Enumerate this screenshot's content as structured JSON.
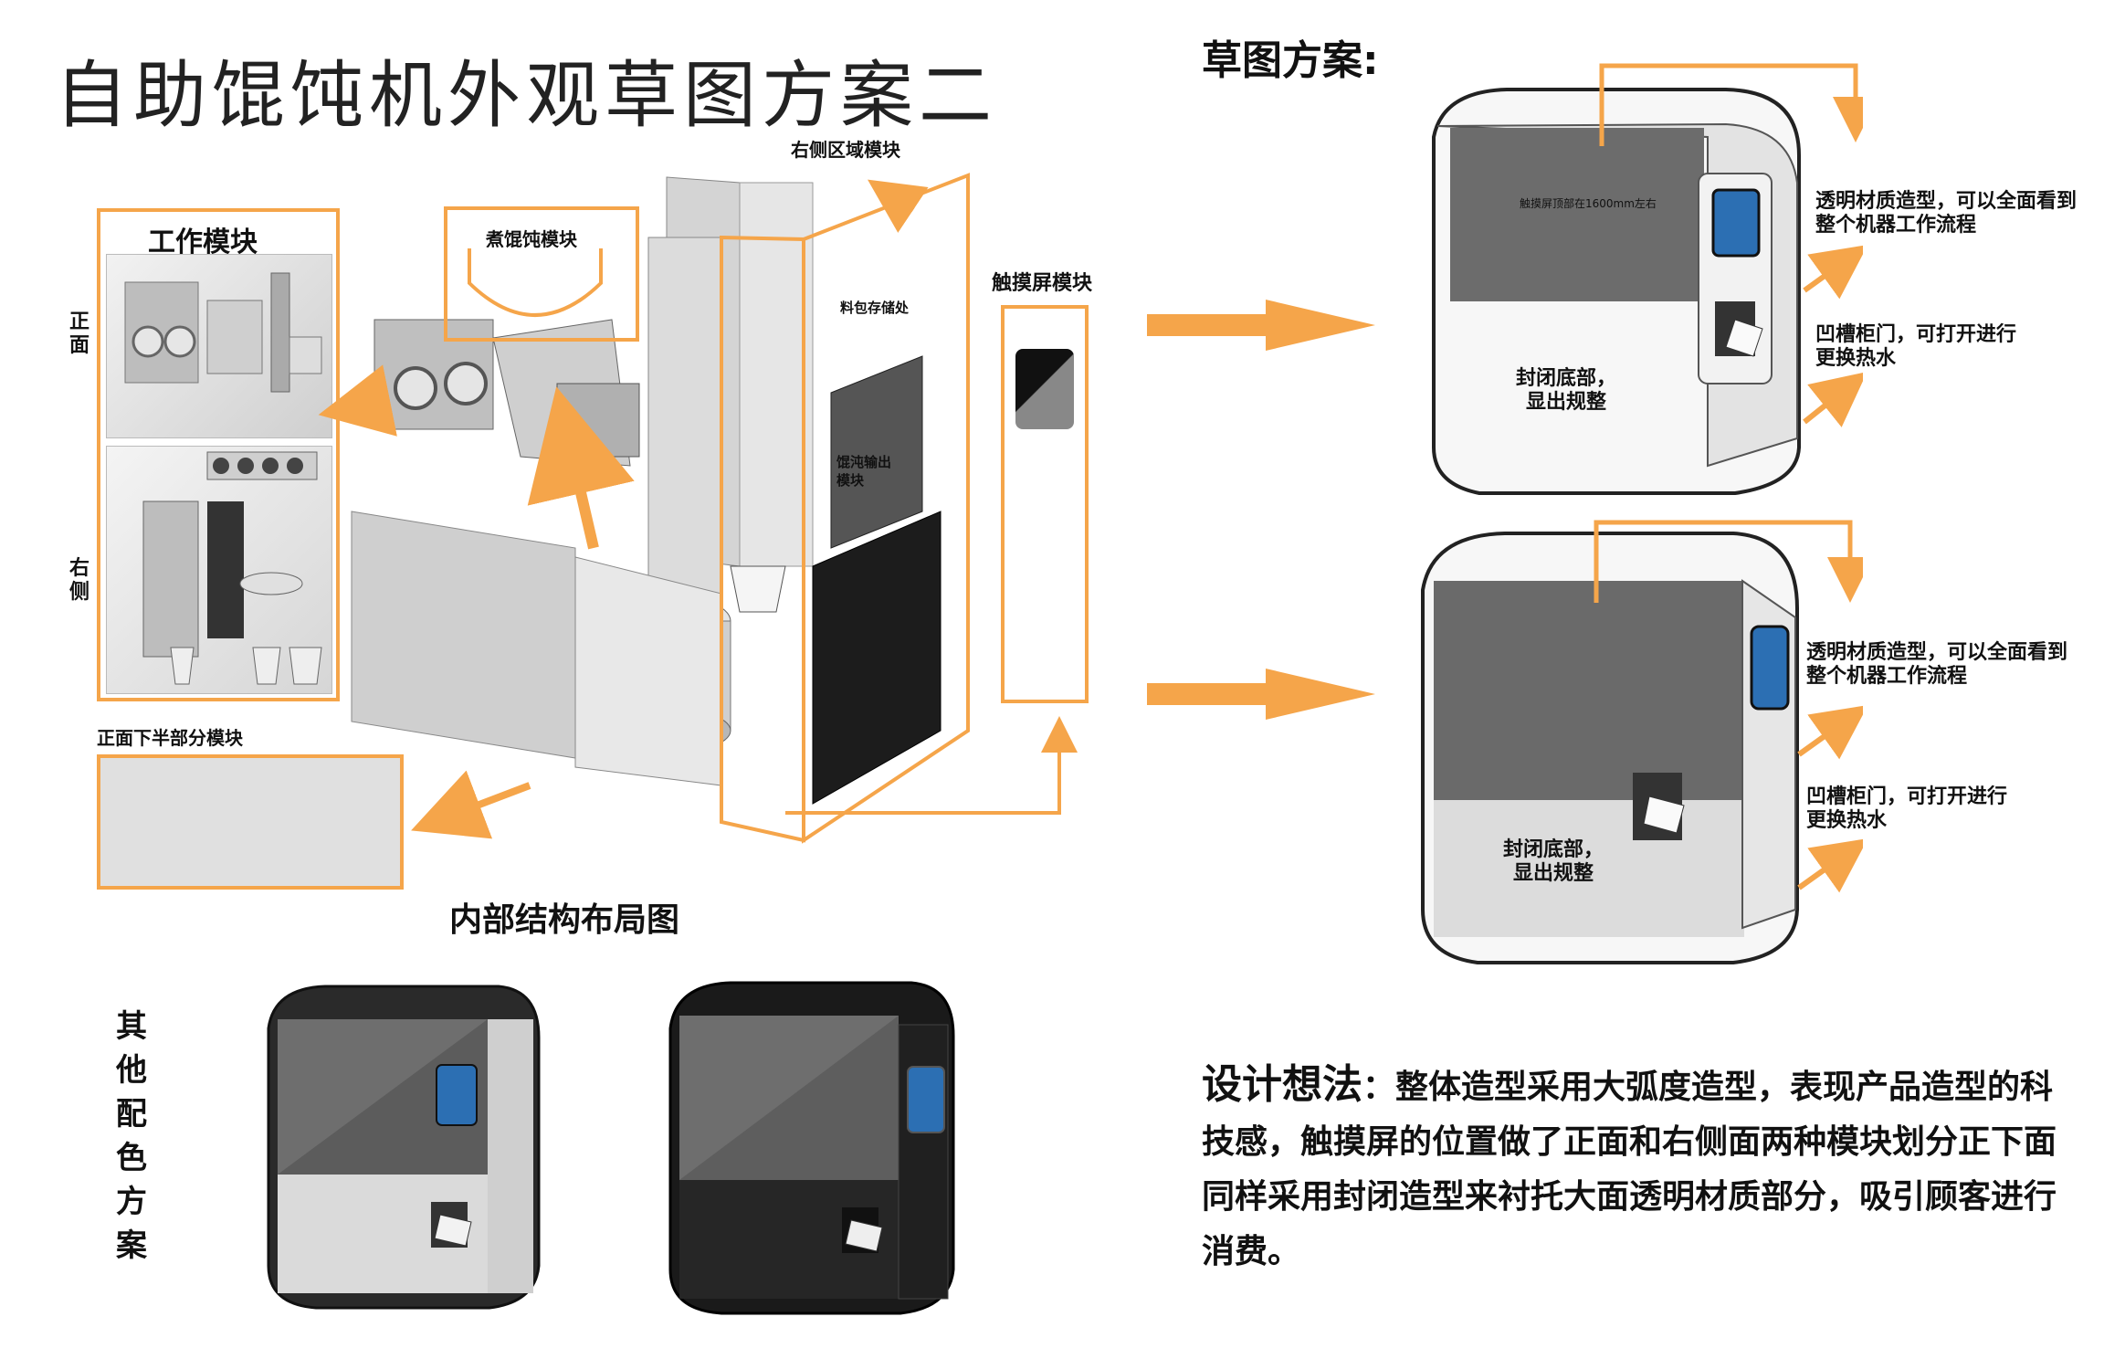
{
  "title": "自助馄饨机外观草图方案二",
  "layout_section": {
    "work_module": "工作模块",
    "front_label": "正面",
    "right_label": "右侧",
    "cook_module": "煮馄饨模块",
    "right_region_module": "右侧区域模块",
    "ingredient_storage": "料包存储处",
    "wonton_output_module": "馄沌输出模块",
    "touchscreen_module": "触摸屏模块",
    "front_lower_module": "正面下半部分模块",
    "caption": "内部结构布局图"
  },
  "sketch_section": {
    "heading": "草图方案:",
    "top_sketch": {
      "screen_height_note": "触摸屏顶部在1600mm左右",
      "note_transparent": "透明材质造型，可以全面看到整个机器工作流程",
      "note_door": "凹槽柜门，可打开进行更换热水",
      "note_bottom": "封闭底部，显出规整"
    },
    "bottom_sketch": {
      "note_transparent": "透明材质造型，可以全面看到整个机器工作流程",
      "note_door": "凹槽柜门，可打开进行更换热水",
      "note_bottom": "封闭底部，显出规整"
    }
  },
  "colorways": {
    "heading": "其他配色方案",
    "chars": [
      "其",
      "他",
      "配",
      "色",
      "方",
      "案"
    ]
  },
  "design_idea": {
    "lead": "设计想法",
    "body": "：整体造型采用大弧度造型，表现产品造型的科技感，触摸屏的位置做了正面和右侧面两种模块划分正下面同样采用封闭造型来衬托大面透明材质部分，吸引顾客进行消费。"
  },
  "colors": {
    "accent_orange": "#f5a54a",
    "panel_gray": "#d8d8d8",
    "glass_gray": "#6e6e6e",
    "dark_body": "#1e1e1e"
  }
}
